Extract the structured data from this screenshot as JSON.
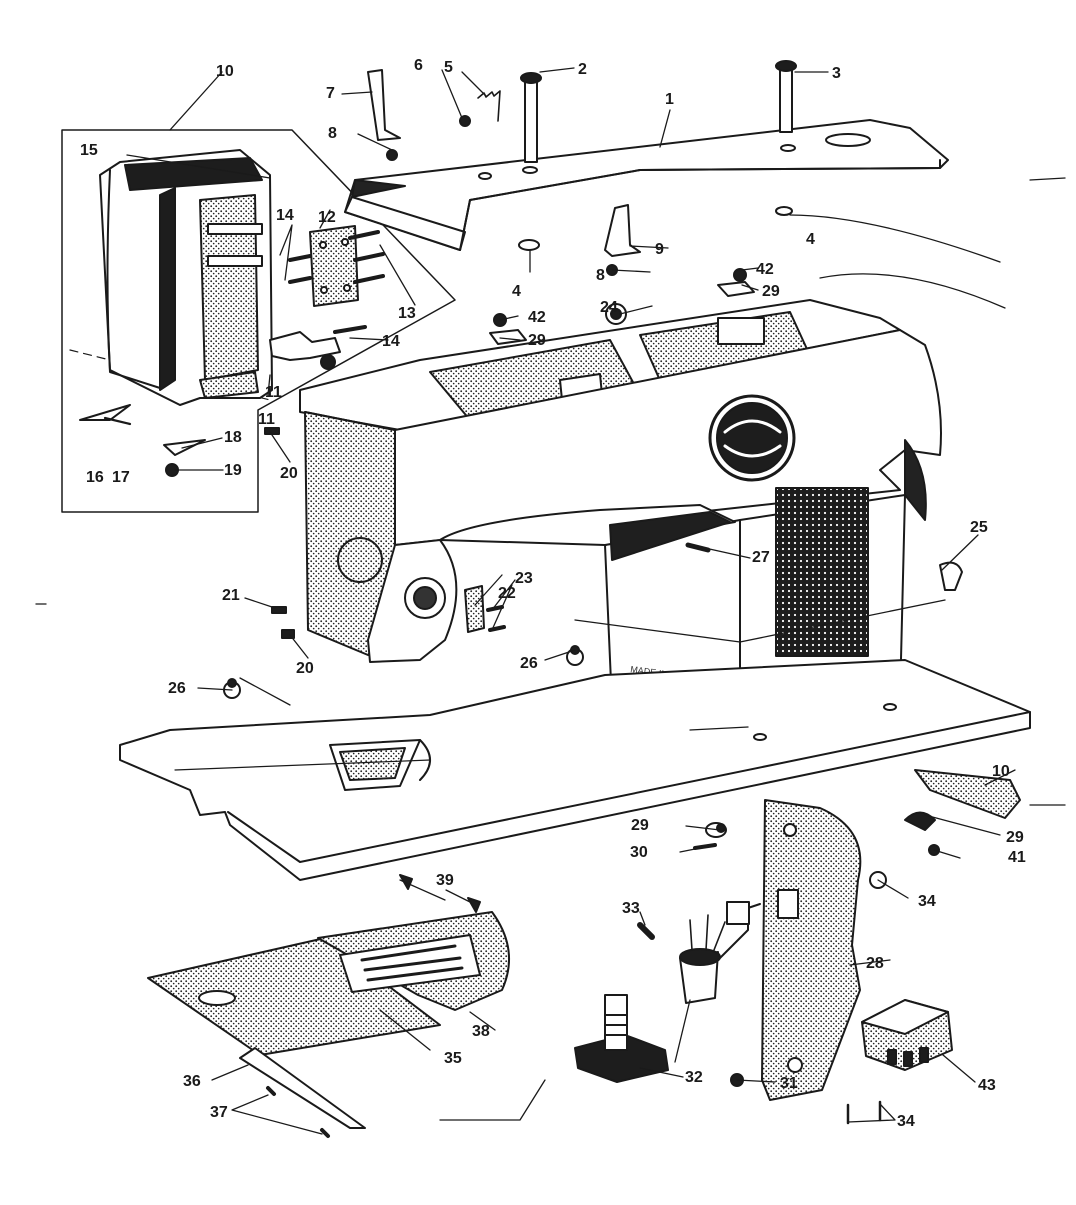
{
  "diagram": {
    "nameplate_text": "MADE IN JAPAN",
    "callouts": [
      "1",
      "2",
      "3",
      "4",
      "4",
      "5",
      "6",
      "7",
      "8",
      "8",
      "9",
      "10",
      "10",
      "11",
      "11",
      "12",
      "13",
      "14",
      "14",
      "15",
      "16",
      "17",
      "18",
      "19",
      "20",
      "20",
      "21",
      "22",
      "23",
      "24",
      "25",
      "26",
      "26",
      "27",
      "28",
      "29",
      "29",
      "29",
      "29",
      "30",
      "31",
      "32",
      "33",
      "34",
      "34",
      "35",
      "36",
      "37",
      "38",
      "39",
      "41",
      "42",
      "42",
      "43"
    ]
  },
  "colors": {
    "ink": "#1a1a1a",
    "paper": "#ffffff",
    "shade": "#3a3a3a"
  }
}
